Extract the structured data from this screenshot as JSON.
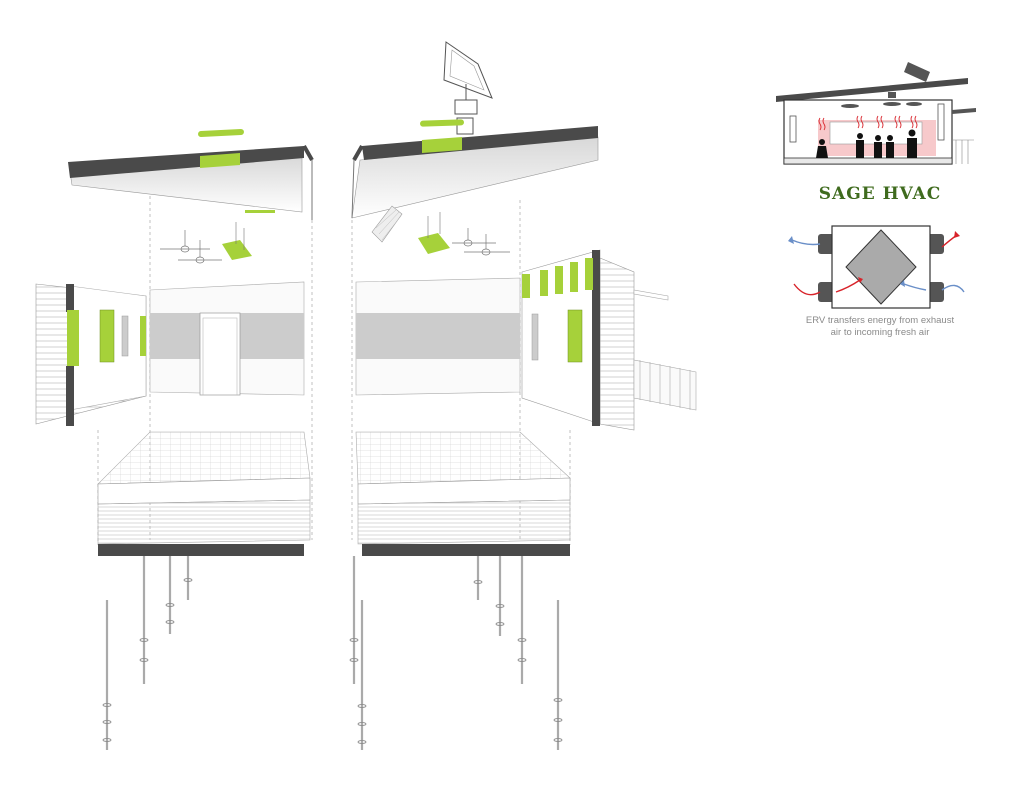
{
  "title": "SAGE HVAC",
  "caption": {
    "line1": "ERV transfers energy from exhaust",
    "line2": "air to incoming fresh air"
  },
  "colors": {
    "accent_green": "#a6d13a",
    "title_green": "#3f6b1e",
    "dark_band": "#4a4a4a",
    "exhaust_red": "#d8232a",
    "fresh_blue": "#6a8fc8"
  },
  "icons": [
    "erv-core-icon",
    "ceiling-fan-icon",
    "solar-panel-icon",
    "heat-wave-icon"
  ]
}
